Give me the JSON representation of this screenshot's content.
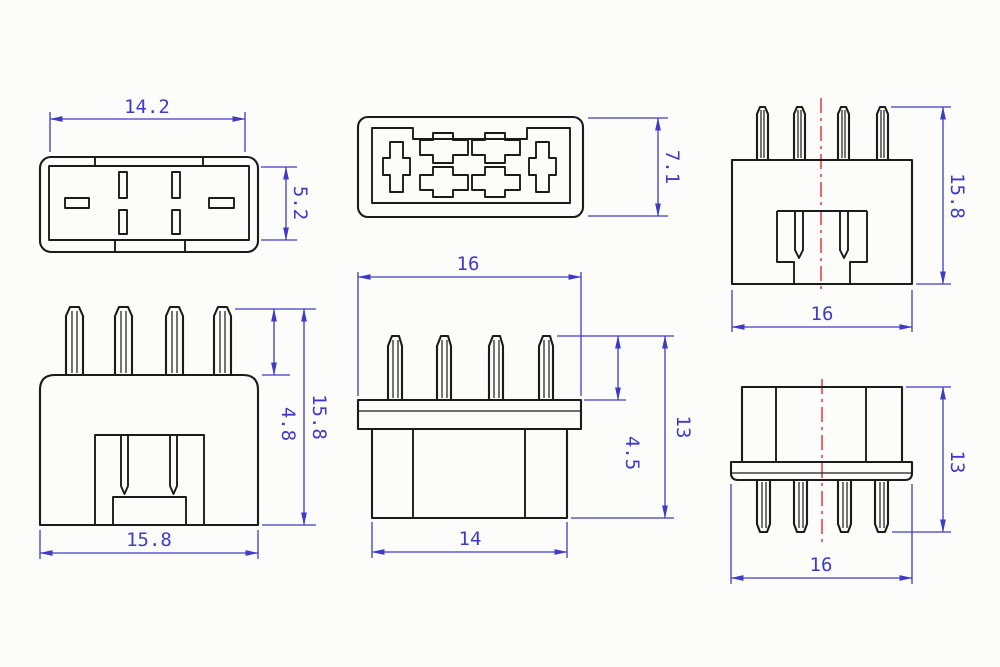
{
  "colors": {
    "bg": "#fcfcfb",
    "line": "#1b1b1b",
    "dim": "#3f3bc6",
    "centerline": "#e03a3a"
  },
  "views": {
    "socket_face": {
      "width_label": "14.2",
      "height_label": "5.2"
    },
    "plug_face": {
      "height_label": "7.1"
    },
    "header_front": {
      "height_label": "15.8",
      "width_label": "16"
    },
    "header_side": {
      "pin_height_label": "4.8",
      "height_label": "15.8",
      "width_label": "15.8"
    },
    "wafer_side": {
      "width_label": "16",
      "pin_height_label": "4.5",
      "height_label": "13",
      "base_width_label": "14"
    },
    "header_bottom": {
      "height_label": "13",
      "width_label": "16"
    }
  }
}
